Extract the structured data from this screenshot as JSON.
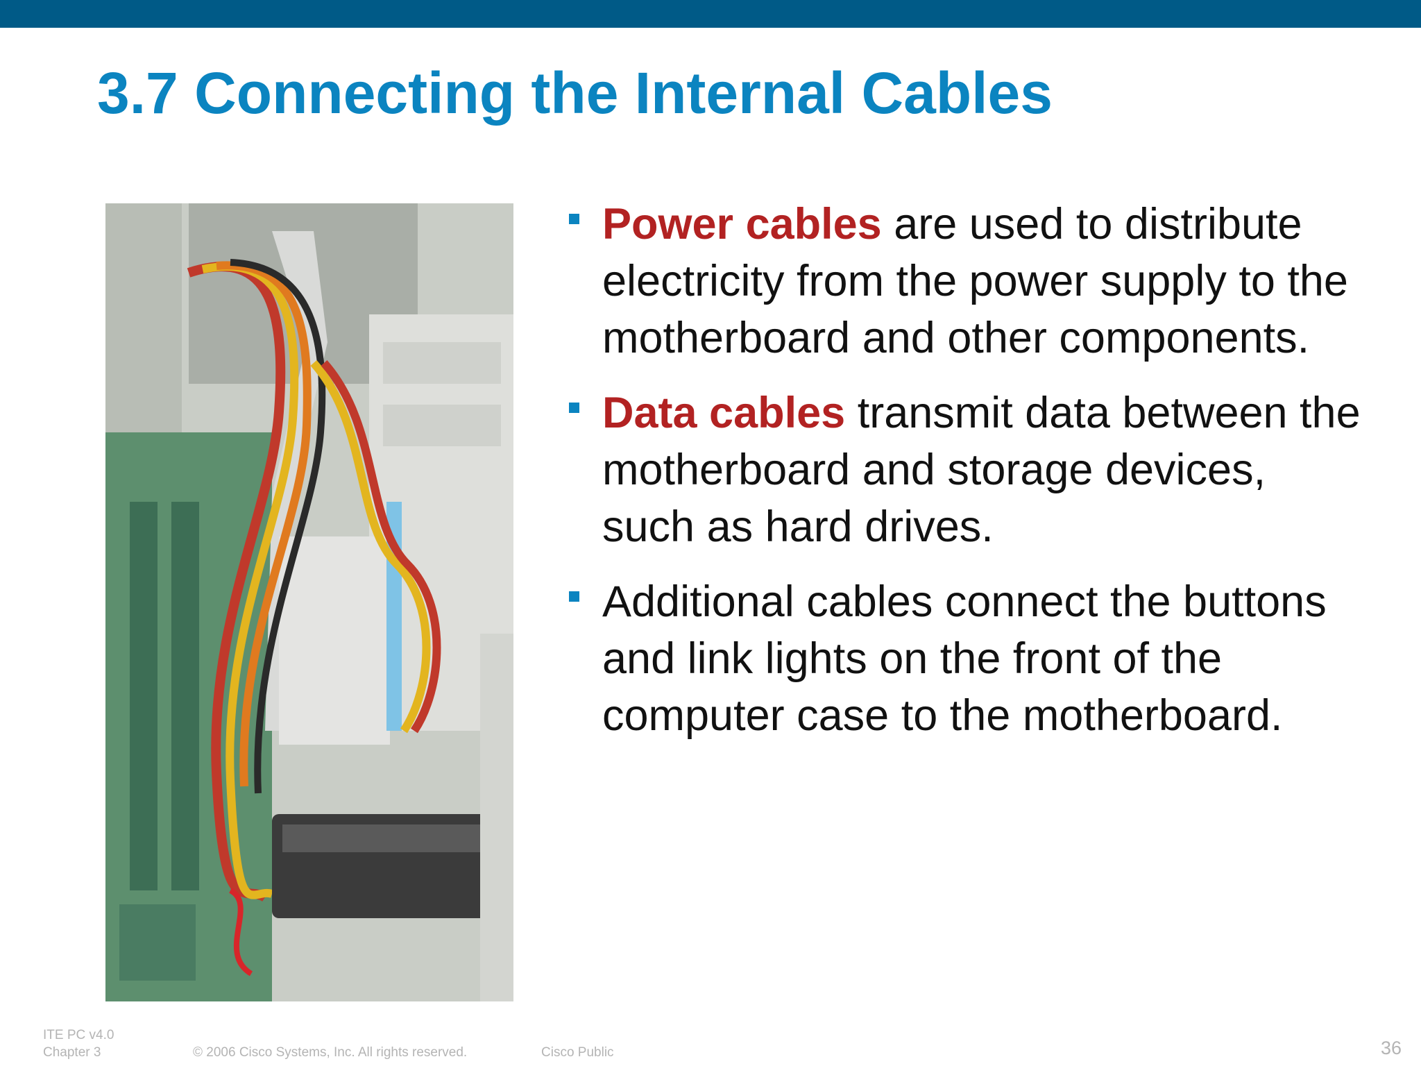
{
  "slide": {
    "title": "3.7 Connecting the Internal Cables"
  },
  "photo": {
    "subject": "power and data cables inside a computer case",
    "colors": {
      "case": "#c9cdc6",
      "board": "#5d8f6e",
      "ribbon": "#d9dad8",
      "red_wire": "#c0392b",
      "yellow_wire": "#e3b51f",
      "orange_wire": "#e07a1f",
      "black_wire": "#2a2a2a",
      "drive": "#3b3b3b"
    }
  },
  "bullets": [
    {
      "keyword": "Power cables",
      "text": " are used to distribute electricity from the power supply to the motherboard and other components."
    },
    {
      "keyword": "Data cables",
      "text": " transmit data between the motherboard and storage devices, such as hard drives."
    },
    {
      "keyword": "",
      "text": "Additional cables connect the buttons and link lights on the front of the computer case to the motherboard."
    }
  ],
  "footer": {
    "course": "ITE PC v4.0",
    "chapter": "Chapter 3",
    "copyright": "© 2006 Cisco Systems, Inc. All rights reserved.",
    "classification": "Cisco Public",
    "page_number": "36"
  },
  "colors": {
    "top_bar": "#005a87",
    "title": "#0b84c0",
    "keyword": "#b22222",
    "bullet_marker": "#0b84c0",
    "footer_text": "#b4b4b4"
  }
}
